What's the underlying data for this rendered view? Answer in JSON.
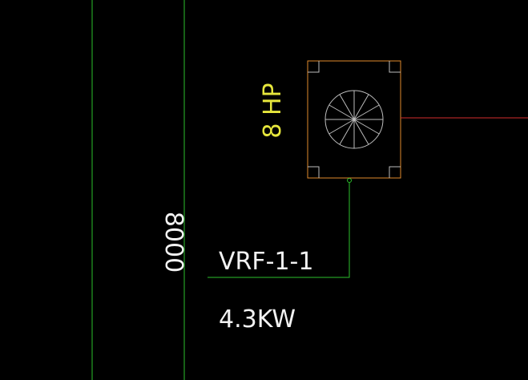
{
  "drawing": {
    "background": "#000000",
    "colors": {
      "grid_line": "#2bbf2b",
      "leader_line": "#2bbf2b",
      "unit_outline": "#e08a2c",
      "fan_symbol": "#bdbdbd",
      "pipe_line": "#d22b2b",
      "annotation_text": "#f2f2f2",
      "capacity_text": "#e6e63c"
    },
    "dimension_text": "8000",
    "capacity_label": "8 HP",
    "unit_tag": "VRF-1-1",
    "unit_power": "4.3KW"
  }
}
